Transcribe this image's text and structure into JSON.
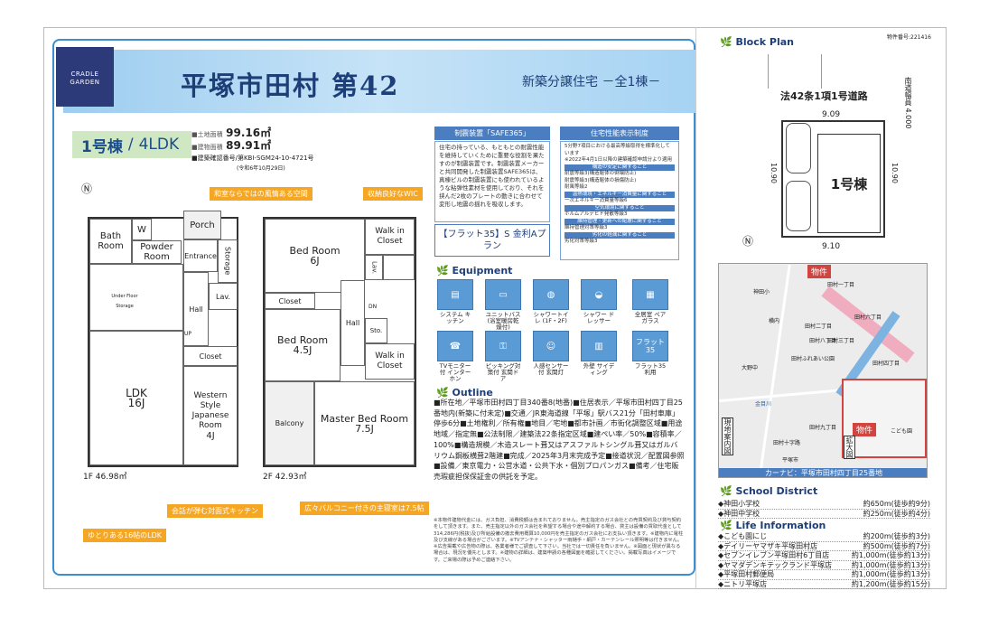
{
  "header": {
    "property_no": "物件番号:221416",
    "logo": "CRADLE GARDEN",
    "title": "平塚市田村 第42",
    "subtitle": "新築分譲住宅 －全1棟－"
  },
  "unit": {
    "label": "1号棟",
    "layout": "4LDK",
    "land_area_label": "■土地面積",
    "land_area": "99.16㎡",
    "building_area_label": "■建物面積",
    "building_area": "89.91㎡",
    "confirmation": "■建築確認番号/第KBI-SGM24-10-4721号",
    "confirmation_date": "(令和6年10月29日)"
  },
  "callouts": {
    "wa": "和室ならではの風情ある空間",
    "wic": "収納良好なWIC",
    "kitchen": "会話が弾む対面式キッチン",
    "balcony": "広々バルコニー付きの主寝室は7.5帖",
    "ldk": "ゆとりある16帖のLDK"
  },
  "floor1": {
    "rooms": {
      "bath": "Bath Room",
      "w": "W",
      "powder": "Powder Room",
      "porch": "Porch",
      "entrance": "Entrance",
      "storage": "Storage",
      "lav": "Lav.",
      "hall": "Hall",
      "closet": "Closet",
      "ldk": "LDK",
      "ldk_size": "16J",
      "western": "Western Style Japanese Room",
      "western_size": "4J",
      "under": "Under Floor Storage",
      "up": "UP"
    },
    "area": "1F 46.98㎡"
  },
  "floor2": {
    "rooms": {
      "bed1": "Bed Room",
      "bed1_size": "6J",
      "wic1": "Walk in Closet",
      "lav": "Lav.",
      "closet": "Closet",
      "bed2": "Bed Room",
      "bed2_size": "4.5J",
      "hall": "Hall",
      "sto": "Sto.",
      "wic2": "Walk in Closet",
      "dn": "DN",
      "balcony": "Balcony",
      "master": "Master Bed Room",
      "master_size": "7.5J"
    },
    "area": "2F 42.93㎡"
  },
  "safe": {
    "head": "制震装置「SAFE365」",
    "body": "住宅の持っている、もともとの耐震性能を維持していくために重要な役割を果たすのが制震装置です。制震装置メーカーと共同開発した制震装置SAFE365は、真棟ピルの制震装置にも使われているような粘弾性素材を使用しており、それを挟んだ2枚のプレートの動きに合わせて変形し地震の揺れを吸収します。"
  },
  "perf": {
    "head": "住宅性能表示制度",
    "lines": [
      "5分野7項目における最高等級取得を標準化しています",
      "※2022年4月1日以降の建築確認申請分より適用",
      "構造の安定に関すること",
      "耐震等級3(構造躯体の倒壊防止)",
      "耐震等級3(構造躯体の損傷防止)",
      "耐風等級2",
      "温熱環境・エネルギー消費量に関すること",
      "一次エネルギー消費量等級6",
      "空気環境に関すること",
      "ホルムアルデヒド発散等級3",
      "維持管理・更新への配慮に関すること",
      "維持管理対策等級3",
      "劣化の軽減に関すること",
      "劣化対策等級3"
    ]
  },
  "flat35": "【フラット35】S 金利Aプラン",
  "equipment": {
    "title": "Equipment",
    "items": [
      {
        "label": "システム キッチン"
      },
      {
        "label": "ユニットバス (浴室暖房乾燥付)"
      },
      {
        "label": "シャワートイレ (1F・2F)"
      },
      {
        "label": "シャワー ドレッサー"
      },
      {
        "label": "全居室 ペアガラス"
      },
      {
        "label": "TVモニター付 インターホン"
      },
      {
        "label": "ピッキング対策付 玄関ドア"
      },
      {
        "label": "人感センサー付 玄関灯"
      },
      {
        "label": "外壁 サイディング"
      },
      {
        "label": "フラット35 利用",
        "badge": "フラット 35"
      }
    ]
  },
  "outline": {
    "title": "Outline",
    "text": "■所在地／平塚市田村四丁目340番8(地番)■住居表示／平塚市田村四丁目25番地内(新築に付未定)■交通／JR東海道線「平塚」駅バス21分「田村車庫」停歩6分■土地権利／所有権■地目／宅地■都市計画／市街化調整区域■用途地域／指定無■公法制限／建築法22条指定区域■建ぺい率／50%■容積率／100%■構造規模／木造スレート葺又はアスファルトシングル葺又はガルバリウム鋼板横葺2階建■完成／2025年3月末完成予定■接道状況／配置図参照■設備／東京電力・公営水道・公共下水・個別プロパンガス■備考／住宅販売瑕疵担保保証金の供託を予定。",
    "note": "※本物件建物代金には、ガス負担、消費税額は含まれておりません。売主指定のガス会社との売買契約及び貸与契約をして頂きます。また、売主指定以外のガス会社を希望する場合や途中解約する場合、貸主は設備の買取代金として314,286円(税抜)及び所給設備の撤去費用概算10,000円を売主指定のガス会社にお支払い頂きます。※建物内に電柱及び支線がある場合がございます。※TVアンテナ・シャッター雨樋手・網戸・カーテンレール照明等は付きません。※広告掲載や広告物の際は、各業者様でご調査して下さい。当社では一切責任を負いません。※図面と現状が異なる場合は、現況を優先とします。※建物の詳細は、建築申請の各種図面を確認してください。掲載写真はイメージです。ご来場の際は予めご連絡下さい。"
  },
  "block_plan": {
    "title": "Block Plan",
    "road": "法42条1項1号道路",
    "road_width": "4.000",
    "road_side": "南道幅員",
    "top": "9.09",
    "bottom": "9.10",
    "left": "10.90",
    "right": "10.90",
    "unit": "1号棟"
  },
  "map": {
    "property": "物件",
    "genchi": "現地案内図",
    "kakudai": "拡大図",
    "carnavi": "カーナビ：平塚市田村四丁目25番地",
    "labels": [
      "神田小",
      "田村一丁目",
      "横内",
      "田村二丁目",
      "田村三丁目",
      "田村六丁目",
      "田村ふれあい公園",
      "田村四丁目",
      "田村八丁目",
      "田村九丁目",
      "大野中",
      "平塚市",
      "金目川",
      "田村十字路",
      "こども園"
    ]
  },
  "school": {
    "title": "School District",
    "items": [
      {
        "name": "◆神田小学校",
        "dist": "約650m(徒歩約9分)"
      },
      {
        "name": "◆神田中学校",
        "dist": "約250m(徒歩約4分)"
      }
    ]
  },
  "life": {
    "title": "Life Information",
    "items": [
      {
        "name": "◆こども園にじ",
        "dist": "約200m(徒歩約3分)"
      },
      {
        "name": "◆デイリーヤマザキ平塚田村店",
        "dist": "約500m(徒歩約7分)"
      },
      {
        "name": "◆セブンイレブン平塚田村6丁目店",
        "dist": "約1,000m(徒歩約13分)"
      },
      {
        "name": "◆ヤマダデンキテックランド平塚店",
        "dist": "約1,000m(徒歩約13分)"
      },
      {
        "name": "◆平塚田村郵便局",
        "dist": "約1,000m(徒歩約13分)"
      },
      {
        "name": "◆ニトリ平塚店",
        "dist": "約1,200m(徒歩約15分)"
      }
    ]
  },
  "colors": {
    "accent": "#3b8fd0",
    "navy": "#1e3e78",
    "orange": "#f5a623",
    "green": "#cfe8c3"
  }
}
